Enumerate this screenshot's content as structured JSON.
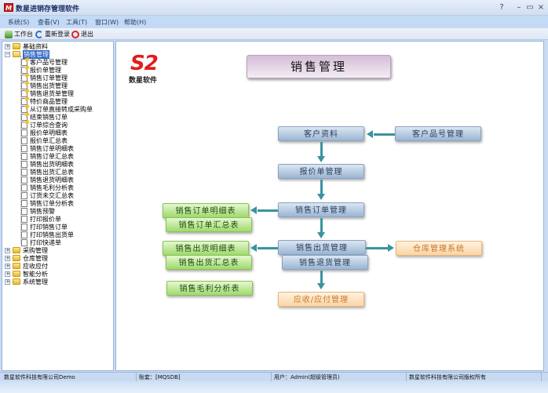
{
  "window": {
    "title": "数星进销存管理软件",
    "app_icon_letter": "M",
    "controls": {
      "help": "?",
      "minimize": "–",
      "maximize": "▭",
      "close": "×"
    }
  },
  "menu": [
    "系统(S)",
    "查看(V)",
    "工具(T)",
    "窗口(W)",
    "帮助(H)"
  ],
  "toolbar": {
    "workbench": "工作台",
    "relogin": "重新登录",
    "exit": "退出"
  },
  "tree": {
    "top_before": [
      {
        "label": "基础资料",
        "expander": "+"
      }
    ],
    "expanded": {
      "label": "销售管理",
      "expander": "−"
    },
    "children_edit": [
      "客户品号管理",
      "报价单管理",
      "销售订单管理",
      "销售出货管理",
      "销售退货单管理",
      "特价商品管理",
      "从订单直接转成采购单",
      "结束销售订单",
      "订单综合查询"
    ],
    "children_report": [
      "报价单明细表",
      "报价单汇总表",
      "销售订单明细表",
      "销售订单汇总表",
      "销售出货明细表",
      "销售出货汇总表",
      "销售退货明细表",
      "销售毛利分析表",
      "订货未交汇总表",
      "销售订单分析表",
      "销售预警",
      "打印报价单",
      "打印销售订单",
      "打印销售出货单",
      "打印快递单"
    ],
    "top_after": [
      {
        "label": "采购管理",
        "expander": "+"
      },
      {
        "label": "仓库管理",
        "expander": "+"
      },
      {
        "label": "应收应付",
        "expander": "+"
      },
      {
        "label": "智能分析",
        "expander": "+"
      },
      {
        "label": "系统管理",
        "expander": "+"
      }
    ]
  },
  "content": {
    "logo_mark": "S2",
    "logo_text": "数星软件",
    "header": "销售管理",
    "nodes": {
      "customer_info": "客户资料",
      "customer_part_no": "客户品号管理",
      "quotation": "报价单管理",
      "sales_order": "销售订单管理",
      "order_detail": "销售订单明细表",
      "order_summary": "销售订单汇总表",
      "shipment": "销售出货管理",
      "return": "销售退货管理",
      "ship_detail": "销售出货明细表",
      "ship_summary": "销售出货汇总表",
      "warehouse": "仓库管理系统",
      "gross_profit": "销售毛利分析表",
      "ar_ap": "应收/应付管理"
    }
  },
  "statusbar": {
    "company": "数星软件科技有限公司Demo",
    "account": "账套：[MQSDB]",
    "user": "用户：Admin(超级管理员)",
    "copyright": "数星软件科技有限公司版权所有"
  }
}
